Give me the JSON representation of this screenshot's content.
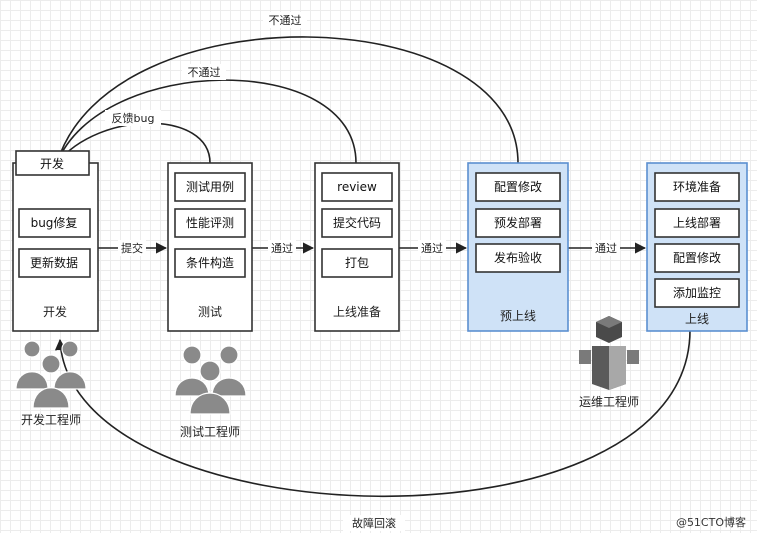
{
  "lanes": {
    "dev": {
      "title": "开发",
      "header": "开发",
      "items": [
        "bug修复",
        "更新数据"
      ]
    },
    "test": {
      "title": "测试",
      "items": [
        "测试用例",
        "性能评测",
        "条件构造"
      ]
    },
    "prep": {
      "title": "上线准备",
      "items": [
        "review",
        "提交代码",
        "打包"
      ]
    },
    "staging": {
      "title": "预上线",
      "items": [
        "配置修改",
        "预发部署",
        "发布验收"
      ]
    },
    "prod": {
      "title": "上线",
      "items": [
        "环境准备",
        "上线部署",
        "配置修改",
        "添加监控"
      ]
    }
  },
  "edges": {
    "submit": "提交",
    "pass1": "通过",
    "pass2": "通过",
    "pass3": "通过",
    "feedback": "反馈bug",
    "fail_inner": "不通过",
    "fail_outer": "不通过",
    "rollback": "故障回滚"
  },
  "roles": {
    "dev": "开发工程师",
    "tester": "测试工程师",
    "ops": "运维工程师"
  },
  "watermark": "@51CTO博客",
  "colors": {
    "box_stroke": "#333333",
    "box_fill": "#ffffff",
    "blue_fill": "#cfe2f7",
    "blue_stroke": "#5b8fd0",
    "icon_gray": "#8a8a8a",
    "ops_dark": "#4a4a4a",
    "ops_mid": "#7a7a7a",
    "ops_light": "#a8a8a8"
  }
}
